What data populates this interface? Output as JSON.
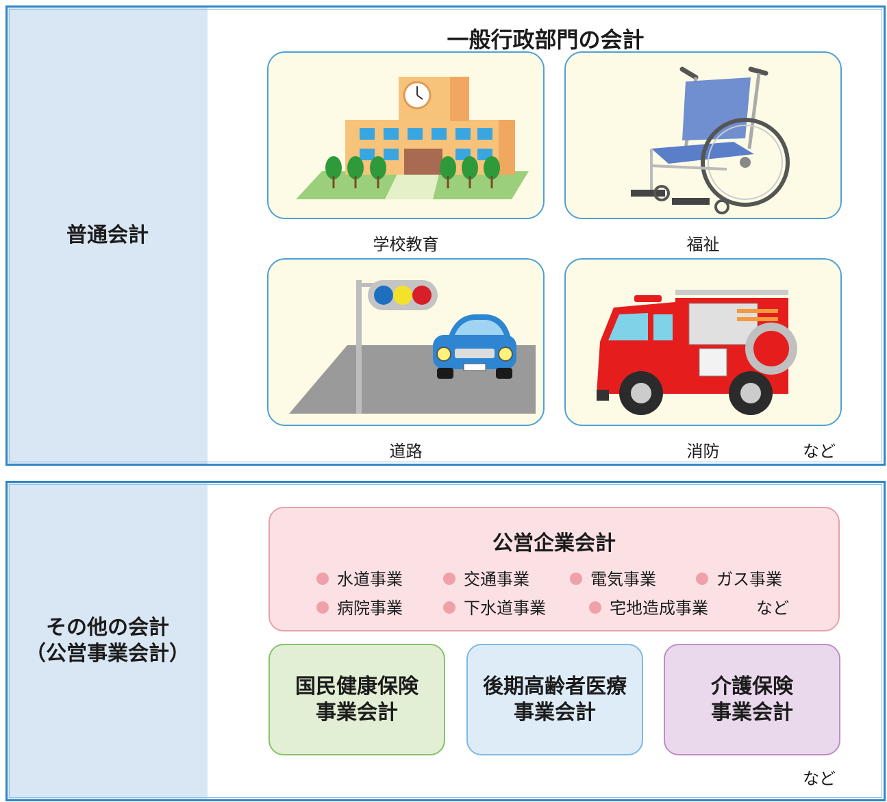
{
  "general": {
    "side_label": "普通会計",
    "title": "一般行政部門の会計",
    "cards": [
      {
        "label": "学校教育",
        "icon": "school-building-icon"
      },
      {
        "label": "福祉",
        "icon": "wheelchair-icon"
      },
      {
        "label": "道路",
        "icon": "road-traffic-light-car-icon"
      },
      {
        "label": "消防",
        "icon": "fire-engine-icon"
      }
    ],
    "etc": "など"
  },
  "other": {
    "side_label_line1": "その他の会計",
    "side_label_line2": "（公営事業会計）",
    "enterprise": {
      "title": "公営企業会計",
      "row1": [
        "水道事業",
        "交通事業",
        "電気事業",
        "ガス事業"
      ],
      "row2": [
        "病院事業",
        "下水道事業",
        "宅地造成事業"
      ],
      "row2_etc": "など"
    },
    "boxes": [
      {
        "line1": "国民健康保険",
        "line2": "事業会計",
        "fill": "#e2efd4",
        "border": "#86c26a"
      },
      {
        "line1": "後期高齢者医療",
        "line2": "事業会計",
        "fill": "#deecf8",
        "border": "#7fb9e2"
      },
      {
        "line1": "介護保険",
        "line2": "事業会計",
        "fill": "#ead9ec",
        "border": "#c08cc6"
      }
    ],
    "etc": "など"
  },
  "colors": {
    "panel_border": "#2f86c4",
    "side_fill": "#d9e6f3",
    "card_fill": "#fdfbe6",
    "card_border": "#4ea0d6",
    "enterprise_fill": "#fbe1e4",
    "bullet": "#f0a0a8"
  }
}
